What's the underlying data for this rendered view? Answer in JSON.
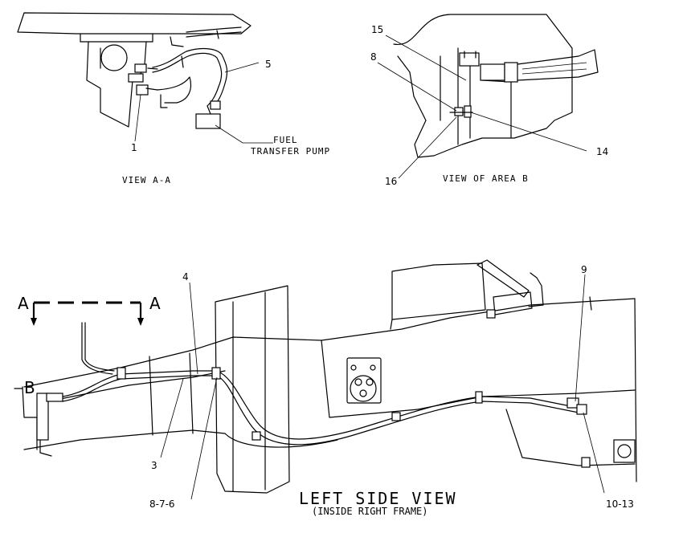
{
  "views": {
    "view_aa": "VIEW A-A",
    "view_area_b": "VIEW OF AREA B",
    "main_title": "LEFT SIDE VIEW",
    "main_subtitle": "(INSIDE RIGHT FRAME)"
  },
  "labels": {
    "fuel_line1": "FUEL",
    "fuel_line2": "TRANSFER PUMP",
    "section_a_left": "A",
    "section_a_right": "A",
    "area_b": "B"
  },
  "callouts": {
    "c1": "1",
    "c3": "3",
    "c4": "4",
    "c5": "5",
    "c8": "8",
    "c9": "9",
    "c14": "14",
    "c15": "15",
    "c16": "16",
    "c8_7_6": "8-7-6",
    "c10_13": "10-13"
  }
}
